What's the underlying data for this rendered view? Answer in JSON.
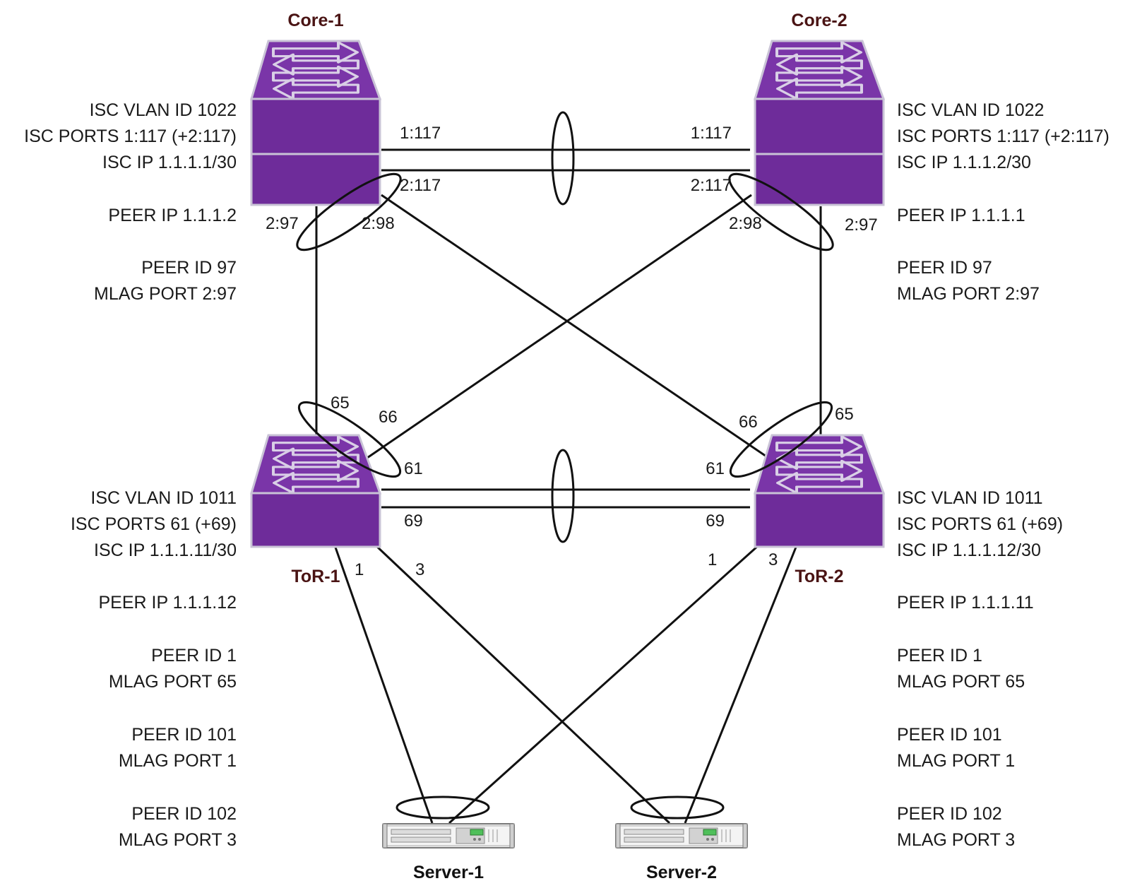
{
  "colors": {
    "switch_body": "#6e2c9a",
    "switch_top": "#7a35a8",
    "switch_edge": "#c9c3d6",
    "arrow": "#d9cfe6",
    "device_label": "#4a1414"
  },
  "devices": {
    "core1": {
      "name": "Core-1",
      "icon": "switch-icon"
    },
    "core2": {
      "name": "Core-2",
      "icon": "switch-icon"
    },
    "tor1": {
      "name": "ToR-1",
      "icon": "switch-icon"
    },
    "tor2": {
      "name": "ToR-2",
      "icon": "switch-icon"
    },
    "server1": {
      "name": "Server-1",
      "icon": "server-icon"
    },
    "server2": {
      "name": "Server-2",
      "icon": "server-icon"
    }
  },
  "core_left": {
    "isc_vlan": "ISC VLAN ID 1022",
    "isc_ports": "ISC PORTS 1:117 (+2:117)",
    "isc_ip": "ISC IP 1.1.1.1/30",
    "peer_ip": "PEER IP 1.1.1.2",
    "peer_id": "PEER ID 97",
    "mlag_port": "MLAG PORT 2:97"
  },
  "core_right": {
    "isc_vlan": "ISC VLAN ID 1022",
    "isc_ports": "ISC PORTS 1:117 (+2:117)",
    "isc_ip": "ISC IP 1.1.1.2/30",
    "peer_ip": "PEER IP 1.1.1.1",
    "peer_id": "PEER ID 97",
    "mlag_port": "MLAG PORT 2:97"
  },
  "tor_left": {
    "isc_vlan": "ISC VLAN ID 1011",
    "isc_ports": "ISC PORTS 61 (+69)",
    "isc_ip": "ISC IP 1.1.1.11/30",
    "peer_ip": "PEER IP 1.1.1.12",
    "peer_id_1": "PEER ID 1",
    "mlag_port_1": "MLAG PORT 65",
    "peer_id_2": "PEER ID 101",
    "mlag_port_2": "MLAG PORT 1",
    "peer_id_3": "PEER ID 102",
    "mlag_port_3": "MLAG PORT 3"
  },
  "tor_right": {
    "isc_vlan": "ISC VLAN ID 1011",
    "isc_ports": "ISC PORTS 61 (+69)",
    "isc_ip": "ISC IP 1.1.1.12/30",
    "peer_ip": "PEER IP 1.1.1.11",
    "peer_id_1": "PEER ID 1",
    "mlag_port_1": "MLAG PORT 65",
    "peer_id_2": "PEER ID 101",
    "mlag_port_2": "MLAG PORT 1",
    "peer_id_3": "PEER ID 102",
    "mlag_port_3": "MLAG PORT 3"
  },
  "ports": {
    "c1_isc1": "1:117",
    "c1_isc2": "2:117",
    "c2_isc1": "1:117",
    "c2_isc2": "2:117",
    "c1_p97": "2:97",
    "c1_p98": "2:98",
    "c2_p98": "2:98",
    "c2_p97": "2:97",
    "t1_p65": "65",
    "t1_p66": "66",
    "t2_p66": "66",
    "t2_p65": "65",
    "t1_isc1": "61",
    "t1_isc2": "69",
    "t2_isc1": "61",
    "t2_isc2": "69",
    "t1_p1": "1",
    "t1_p3": "3",
    "t2_p1": "1",
    "t2_p3": "3"
  }
}
